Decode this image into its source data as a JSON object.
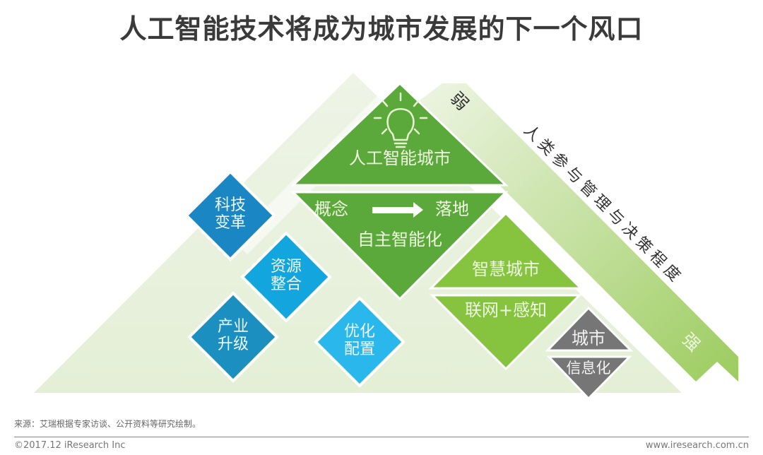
{
  "title": "人工智能技术将成为城市发展的下一个风口",
  "diagram": {
    "top_stage": {
      "icon": "lightbulb-icon",
      "heading": "人工智能城市",
      "left_text": "概念",
      "arrow": "arrow-right-icon",
      "right_text": "落地",
      "subtitle": "自主智能化"
    },
    "middle_stage": {
      "heading": "智慧城市",
      "subtitle": "联网+感知"
    },
    "bottom_stage": {
      "heading": "城市",
      "subtitle": "信息化"
    },
    "drivers": [
      {
        "line1": "科技",
        "line2": "变革"
      },
      {
        "line1": "资源",
        "line2": "整合"
      },
      {
        "line1": "产业",
        "line2": "升级"
      },
      {
        "line1": "优化",
        "line2": "配置"
      }
    ],
    "axis": {
      "label": "人类参与管理与决策程度",
      "weak": "弱",
      "strong": "强"
    },
    "colors": {
      "top_green": "#5aa93a",
      "mid_green": "#86c440",
      "gray": "#737373",
      "blue_dark": "#1a86c4",
      "blue_mid": "#13a6de",
      "blue_light": "#2ab8ec",
      "bg_triangle": "#e6f0d8",
      "ribbon": "#a6d46e"
    }
  },
  "footer": {
    "source": "来源：艾瑞根据专家访谈、公开资料等研究绘制。",
    "copyright": "©2017.12 iResearch Inc",
    "website": "www.iresearch.com.cn"
  }
}
